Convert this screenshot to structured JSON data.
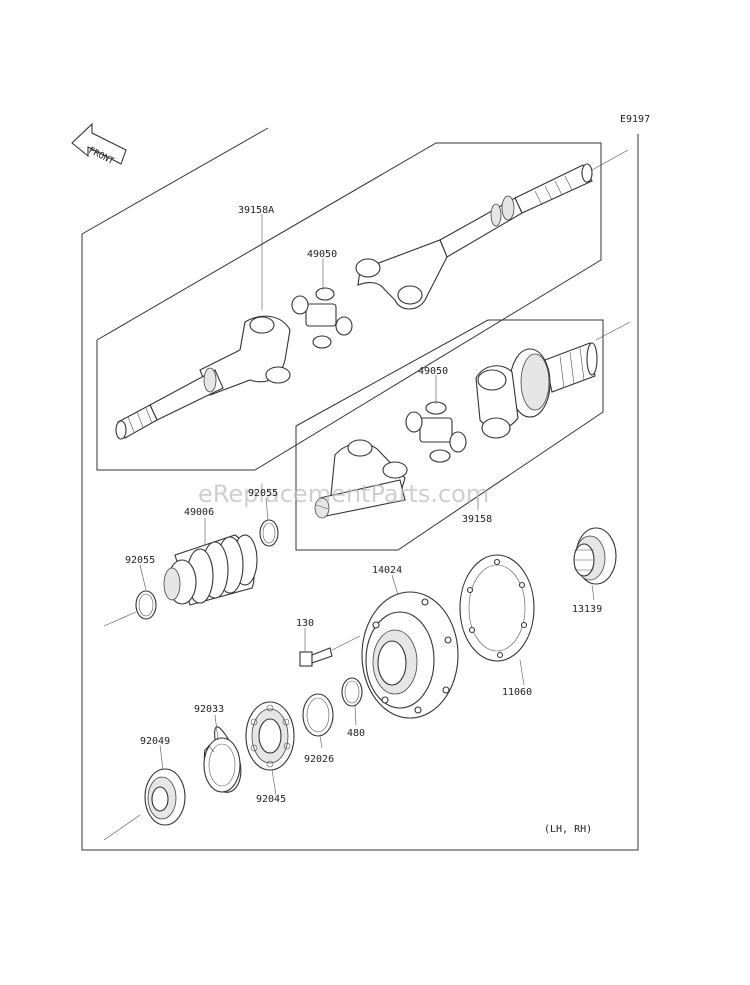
{
  "diagram_code": "E9197",
  "front_label": "FRONT",
  "watermark": "eReplacementParts.com",
  "variant_note": "(LH, RH)",
  "part_numbers": {
    "p39158A": "39158A",
    "p49050a": "49050",
    "p49050b": "49050",
    "p39158": "39158",
    "p92055a": "92055",
    "p49006": "49006",
    "p92055b": "92055",
    "p14024": "14024",
    "p130": "130",
    "p13139": "13139",
    "p11060": "11060",
    "p92033": "92033",
    "p92049": "92049",
    "p92045": "92045",
    "p92026": "92026",
    "p480": "480"
  }
}
